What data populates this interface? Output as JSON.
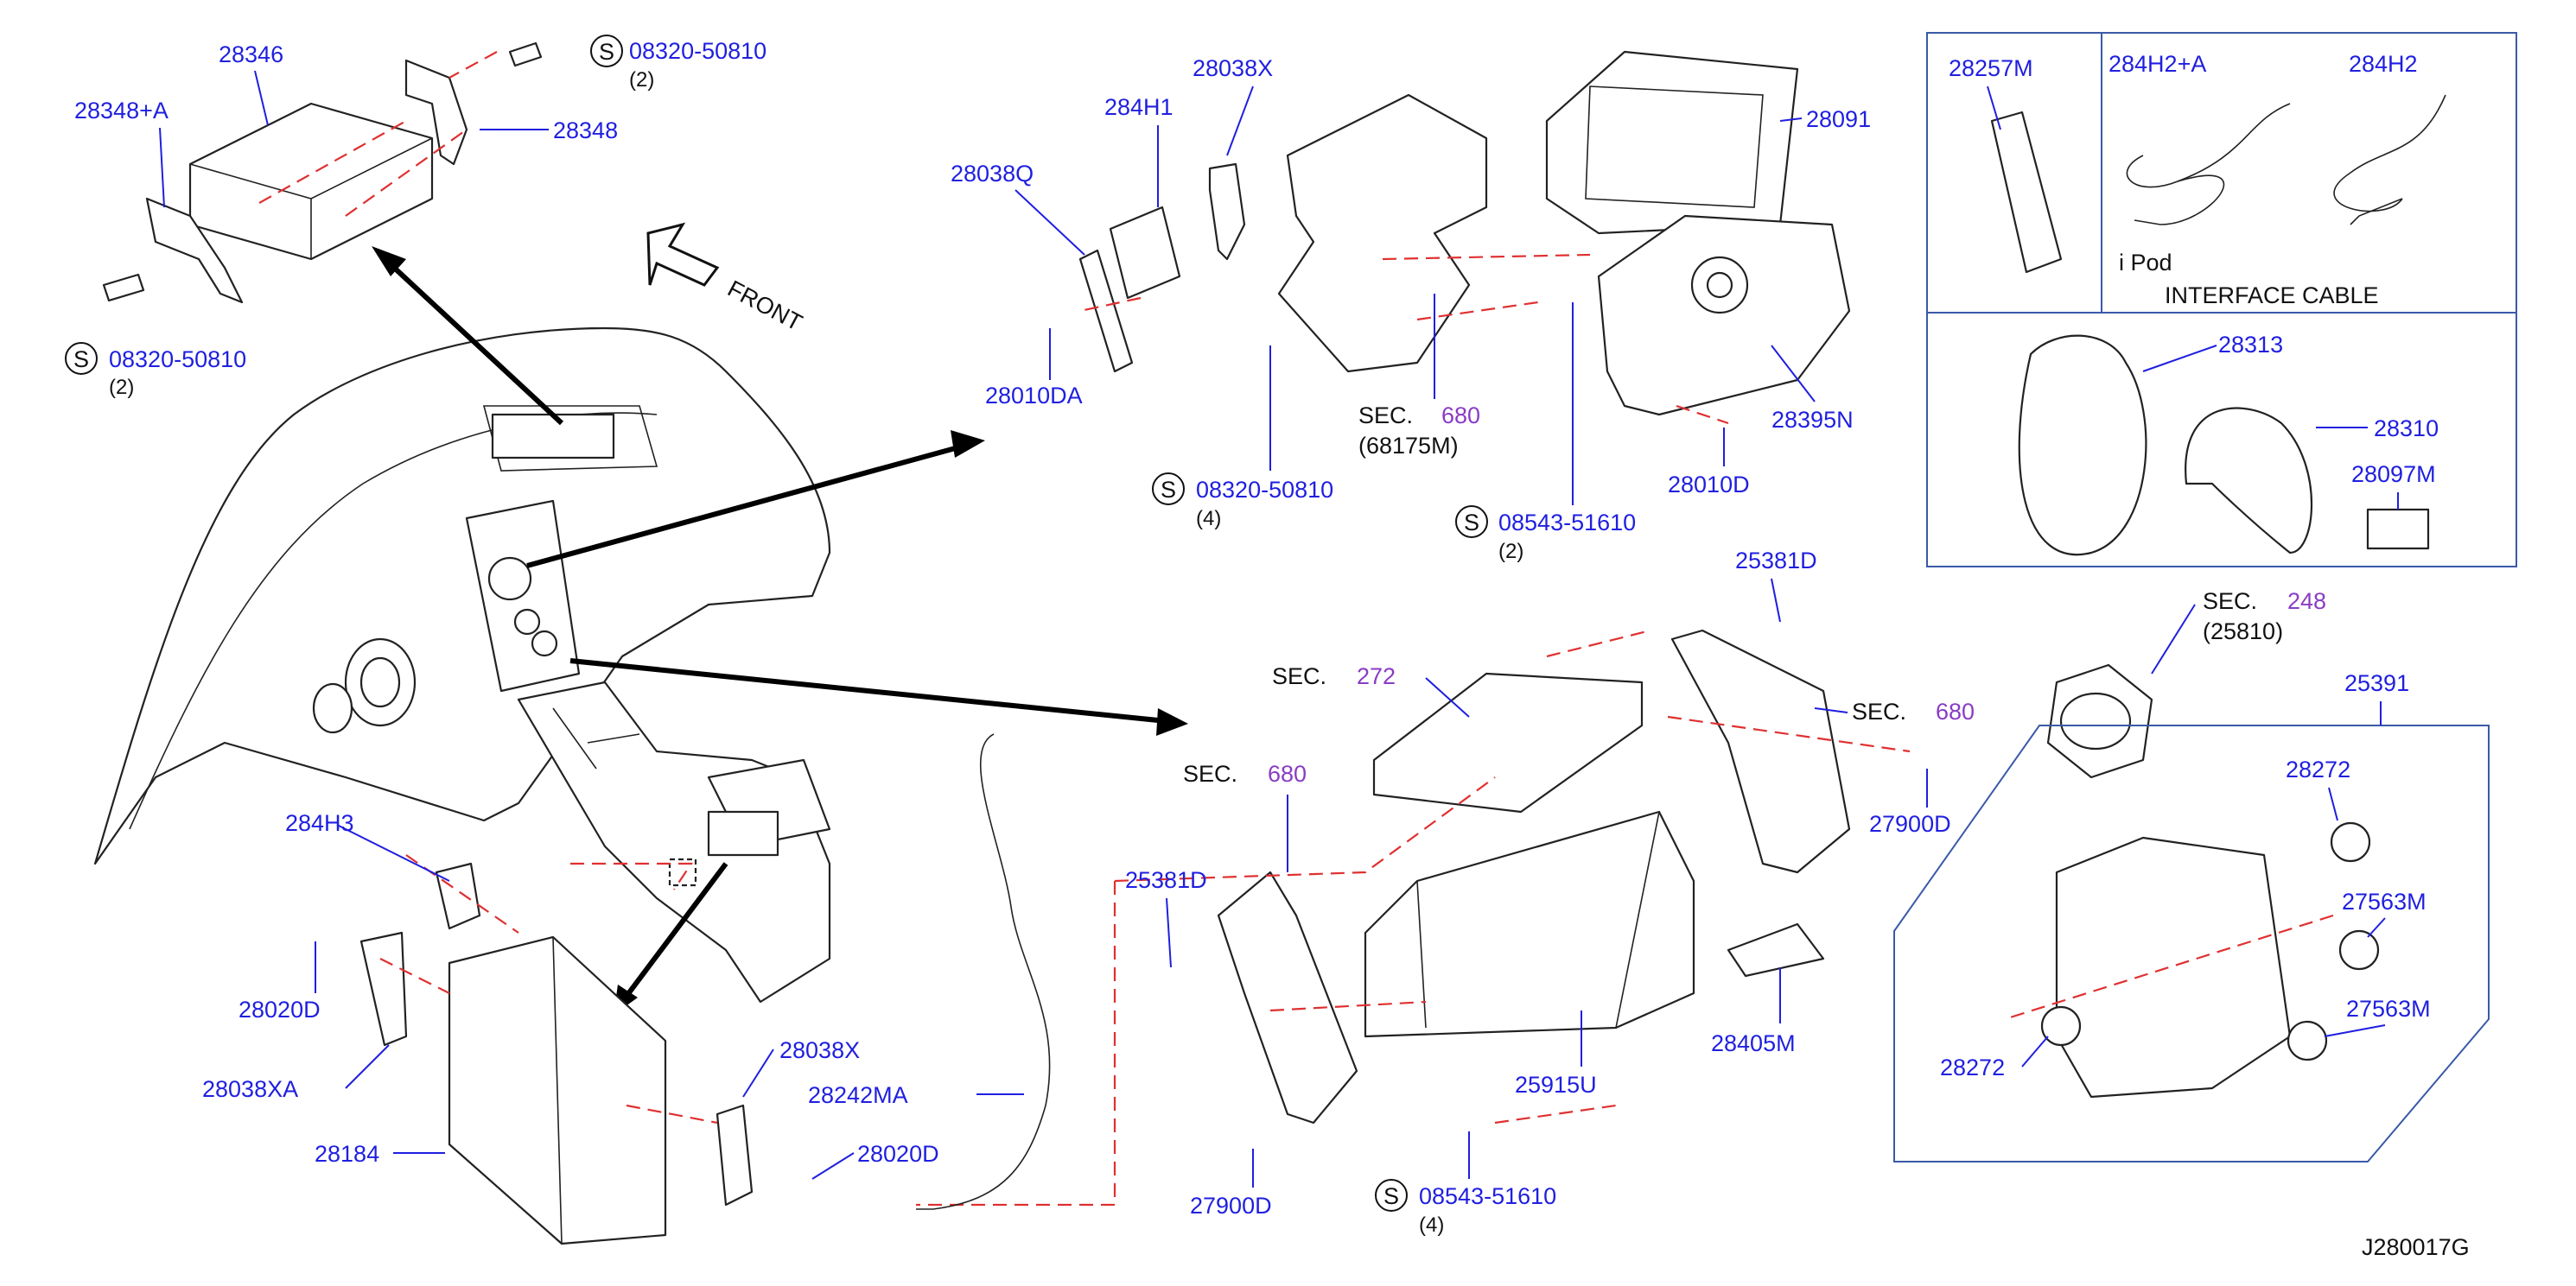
{
  "diagram_id": "J280017G",
  "front_label": "FRONT",
  "sec_word": "SEC.",
  "labels": {
    "p28346": "28346",
    "p28348a": "28348+A",
    "p28348": "28348",
    "s08320_top": "08320-50810",
    "s08320_top_qty": "(2)",
    "s08320_left": "08320-50810",
    "s08320_left_qty": "(2)",
    "p28038x_top": "28038X",
    "p284h1": "284H1",
    "p28038q": "28038Q",
    "p28010da": "28010DA",
    "p28091": "28091",
    "p28395n": "28395N",
    "p28010d": "28010D",
    "sec680_a": "680",
    "sec680_a_sub": "(68175M)",
    "s08320_mid": "08320-50810",
    "s08320_mid_qty": "(4)",
    "s08543_top": "08543-51610",
    "s08543_top_qty": "(2)",
    "p28257m": "28257M",
    "p284h2a": "284H2+A",
    "p284h2": "284H2",
    "ipod": "i  Pod",
    "interface_cable": "INTERFACE  CABLE",
    "p28313": "28313",
    "p28310": "28310",
    "p28097m": "28097M",
    "p25381d_top": "25381D",
    "sec272": "272",
    "sec680_b": "680",
    "sec680_c": "680",
    "p27900d_r": "27900D",
    "p25381d_l": "25381D",
    "p25915u": "25915U",
    "p28405m": "28405M",
    "p27900d_l": "27900D",
    "s08543_bot": "08543-51610",
    "s08543_bot_qty": "(4)",
    "sec248": "248",
    "sec248_sub": "(25810)",
    "p25391": "25391",
    "p28272_top": "28272",
    "p27563m_top": "27563M",
    "p27563m_bot": "27563M",
    "p28272_bot": "28272",
    "p284h3": "284H3",
    "p28020d_l": "28020D",
    "p28038xa": "28038XA",
    "p28184": "28184",
    "p28038x_bot": "28038X",
    "p28242ma": "28242MA",
    "p28020d_r": "28020D"
  },
  "colors": {
    "part_number": "#1f1fe0",
    "section_number": "#8a3cc4",
    "leader_dash": "#e03030",
    "outline": "#222222",
    "inset_box": "#3a5aa8"
  }
}
